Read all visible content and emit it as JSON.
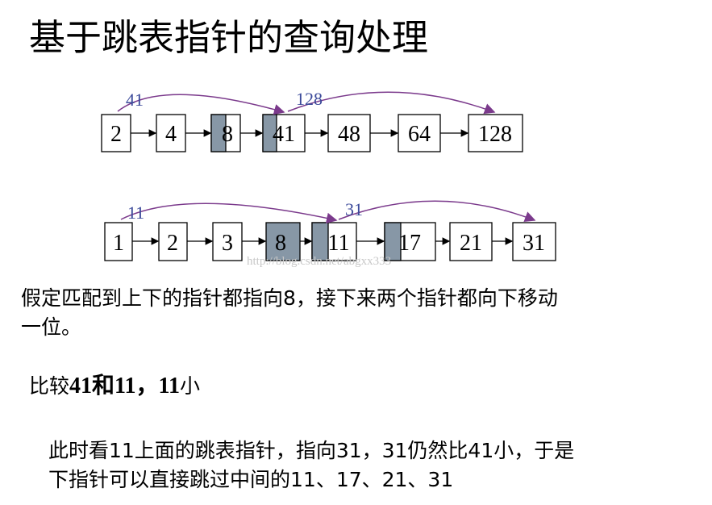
{
  "title": "基于跳表指针的查询处理",
  "list1": {
    "nodes": [
      "2",
      "4",
      "8",
      "41",
      "48",
      "64",
      "128"
    ],
    "skip_labels": [
      "41",
      "128"
    ]
  },
  "list2": {
    "nodes": [
      "1",
      "2",
      "3",
      "8",
      "11",
      "17",
      "21",
      "31"
    ],
    "skip_labels": [
      "11",
      "31"
    ]
  },
  "watermark": "http://blog.csdn.net/abgxx333",
  "paragraph1": {
    "line1": "假定匹配到上下的指针都指向8，接下来两个指针都向下移动",
    "line2": "一位。"
  },
  "compare": {
    "prefix": "比较",
    "a": "41",
    "and": "和",
    "b": "11",
    "sep": "，",
    "c": "11",
    "suffix": "小"
  },
  "paragraph2": {
    "line1": "此时看11上面的跳表指针，指向31，31仍然比41小，于是",
    "line2": "下指针可以直接跳过中间的11、17、21、31"
  },
  "colors": {
    "pointer": "#8797a6",
    "skip_arc": "#7b3a8c",
    "skip_label": "#3b4a9a"
  }
}
